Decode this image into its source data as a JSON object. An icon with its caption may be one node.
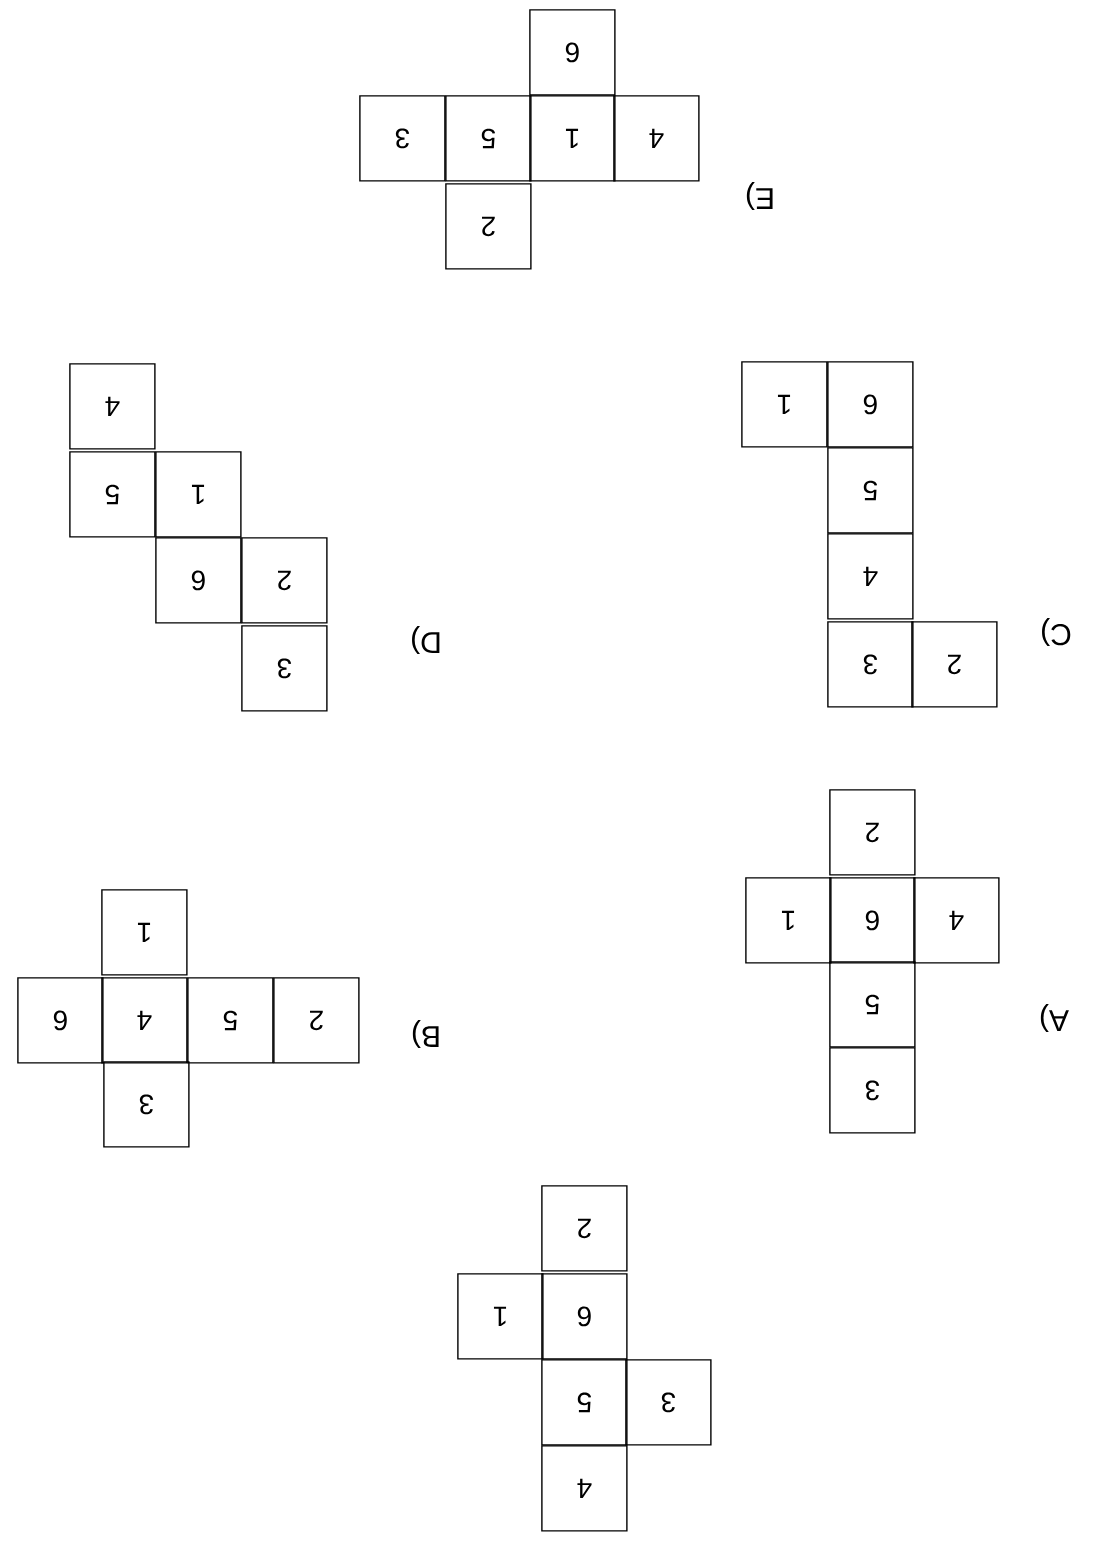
{
  "diagram": {
    "nodes": [
      {
        "text": [
          "6"
        ]
      },
      {
        "text": [
          "3"
        ]
      },
      {
        "text": [
          "5"
        ]
      },
      {
        "text": [
          "1"
        ]
      },
      {
        "text": [
          "4"
        ]
      },
      {
        "text": [
          "2"
        ]
      },
      {
        "text": [
          "4"
        ]
      },
      {
        "text": [
          "5"
        ]
      },
      {
        "text": [
          "1"
        ]
      },
      {
        "text": [
          "6"
        ]
      },
      {
        "text": [
          "2"
        ]
      },
      {
        "text": [
          "3"
        ]
      },
      {
        "text": [
          "1"
        ]
      },
      {
        "text": [
          "6"
        ]
      },
      {
        "text": [
          "5"
        ]
      },
      {
        "text": [
          "4"
        ]
      },
      {
        "text": [
          "3"
        ]
      },
      {
        "text": [
          "2"
        ]
      },
      {
        "text": [
          "1"
        ]
      },
      {
        "text": [
          "6"
        ]
      },
      {
        "text": [
          "4"
        ]
      },
      {
        "text": [
          "5"
        ]
      },
      {
        "text": [
          "2"
        ]
      },
      {
        "text": [
          "3"
        ]
      },
      {
        "text": [
          "2"
        ]
      },
      {
        "text": [
          "1"
        ]
      },
      {
        "text": [
          "6"
        ]
      },
      {
        "text": [
          "4"
        ]
      },
      {
        "text": [
          "5"
        ]
      },
      {
        "text": [
          "3"
        ]
      },
      {
        "text": [
          "2"
        ]
      },
      {
        "text": [
          "1"
        ]
      },
      {
        "text": [
          "6"
        ]
      },
      {
        "text": [
          "5"
        ]
      },
      {
        "text": [
          "3"
        ]
      },
      {
        "text": [
          "4"
        ]
      }
    ],
    "labels": [
      "E)",
      "D)",
      "C)",
      "B)",
      "A)"
    ]
  }
}
